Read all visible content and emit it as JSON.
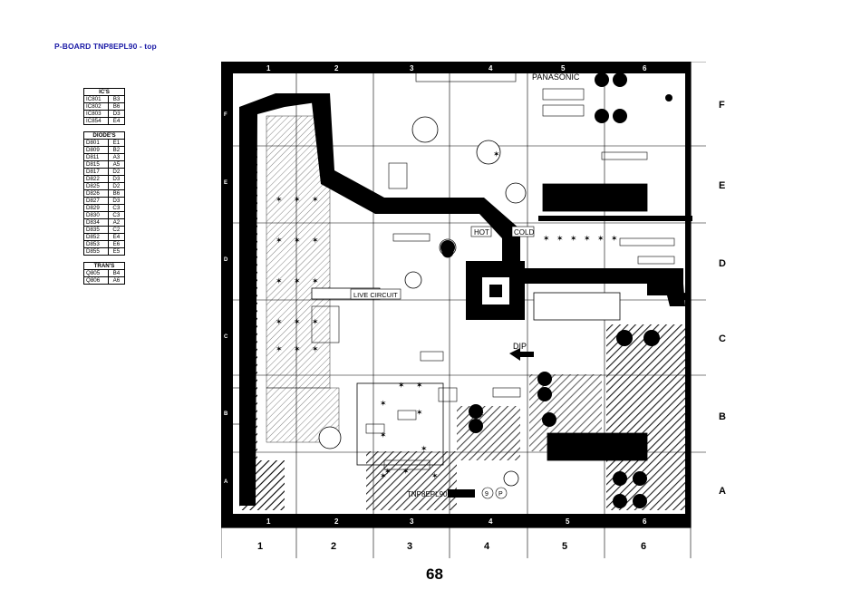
{
  "header": {
    "title": "P-BOARD TNP8EPL90 - top"
  },
  "page_number": "68",
  "ics": {
    "heading": "IC'S",
    "rows": [
      {
        "ref": "IC801",
        "loc": "B3"
      },
      {
        "ref": "IC802",
        "loc": "B6"
      },
      {
        "ref": "IC803",
        "loc": "D3"
      },
      {
        "ref": "IC854",
        "loc": "E4"
      }
    ]
  },
  "diodes": {
    "heading": "DIODE'S",
    "rows": [
      {
        "ref": "D801",
        "loc": "E1"
      },
      {
        "ref": "D809",
        "loc": "B2"
      },
      {
        "ref": "D811",
        "loc": "A3"
      },
      {
        "ref": "D815",
        "loc": "A5"
      },
      {
        "ref": "D817",
        "loc": "D2"
      },
      {
        "ref": "D822",
        "loc": "D3"
      },
      {
        "ref": "D825",
        "loc": "D2"
      },
      {
        "ref": "D826",
        "loc": "B6"
      },
      {
        "ref": "D827",
        "loc": "D3"
      },
      {
        "ref": "D829",
        "loc": "C3"
      },
      {
        "ref": "D830",
        "loc": "C3"
      },
      {
        "ref": "D834",
        "loc": "A2"
      },
      {
        "ref": "D835",
        "loc": "C2"
      },
      {
        "ref": "D852",
        "loc": "E4"
      },
      {
        "ref": "D853",
        "loc": "E6"
      },
      {
        "ref": "D855",
        "loc": "E5"
      }
    ]
  },
  "trans": {
    "heading": "TRAN'S",
    "rows": [
      {
        "ref": "Q805",
        "loc": "B4"
      },
      {
        "ref": "Q806",
        "loc": "A6"
      }
    ]
  },
  "board": {
    "columns": [
      "1",
      "2",
      "3",
      "4",
      "5",
      "6"
    ],
    "rows": [
      "F",
      "E",
      "D",
      "C",
      "B",
      "A"
    ],
    "labels": {
      "brand": "PANASONIC",
      "hot": "HOT",
      "cold": "COLD",
      "live_circuit": "LIVE CIRCUIT",
      "dip": "DIP",
      "board_id": "TNP8EPL90",
      "logo1": "9",
      "logo2": "P"
    }
  }
}
